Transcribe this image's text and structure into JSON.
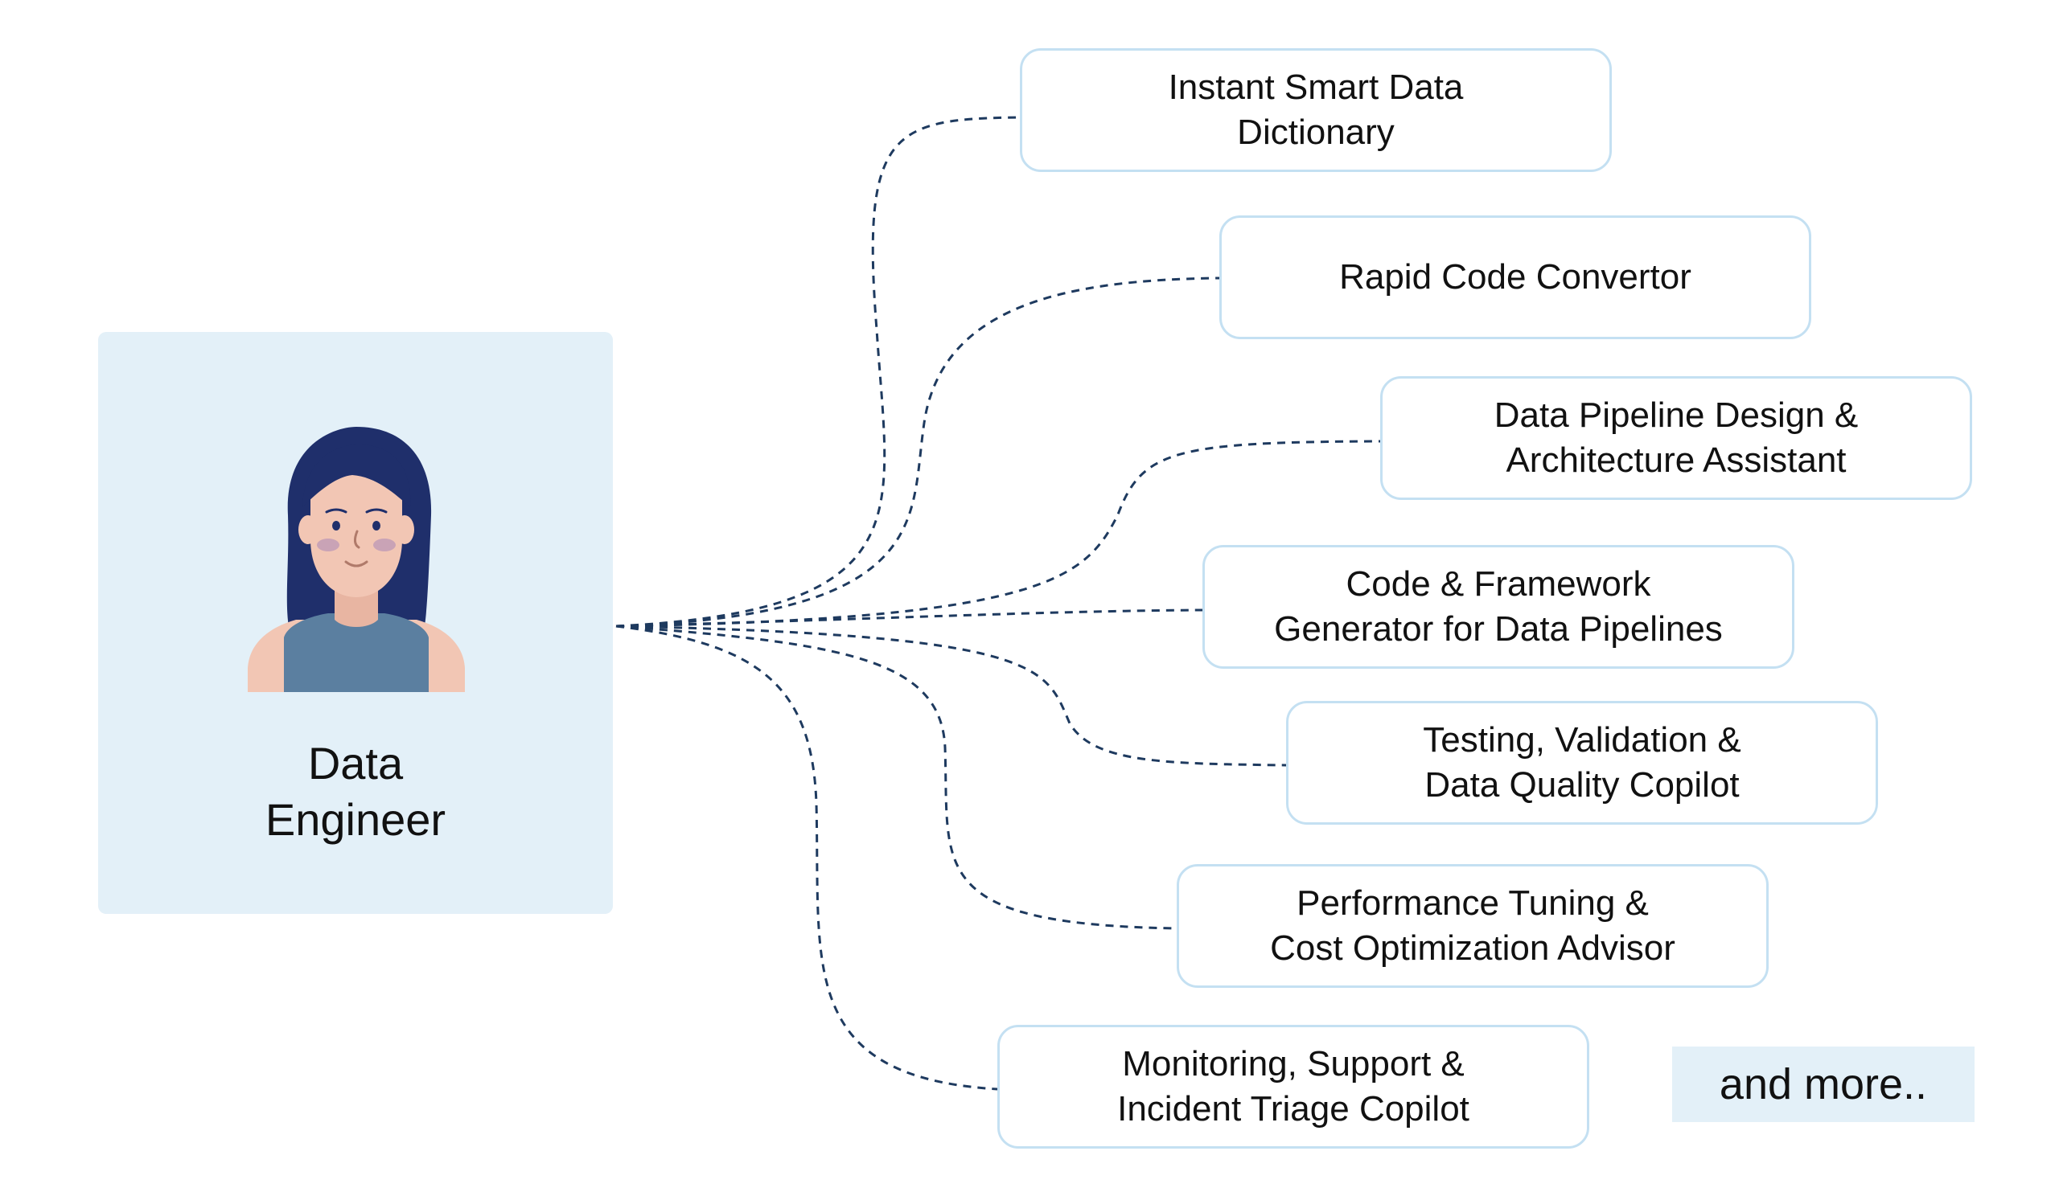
{
  "persona": {
    "title": "Data\nEngineer",
    "icon": "data-engineer-avatar-icon"
  },
  "capabilities": [
    {
      "label": "Instant Smart Data\nDictionary"
    },
    {
      "label": "Rapid Code Convertor"
    },
    {
      "label": "Data Pipeline Design &\nArchitecture Assistant"
    },
    {
      "label": "Code & Framework\nGenerator for Data Pipelines"
    },
    {
      "label": "Testing, Validation &\nData Quality Copilot"
    },
    {
      "label": "Performance Tuning &\nCost Optimization Advisor"
    },
    {
      "label": "Monitoring, Support &\nIncident Triage Copilot"
    }
  ],
  "more": {
    "label": "and more.."
  },
  "colors": {
    "card_background": "#e3f0f8",
    "node_border": "#c4e0f2",
    "connector": "#1e3a5f",
    "hair": "#1f2f6b",
    "skin": "#f2c6b4",
    "shirt": "#5b7fa0"
  }
}
